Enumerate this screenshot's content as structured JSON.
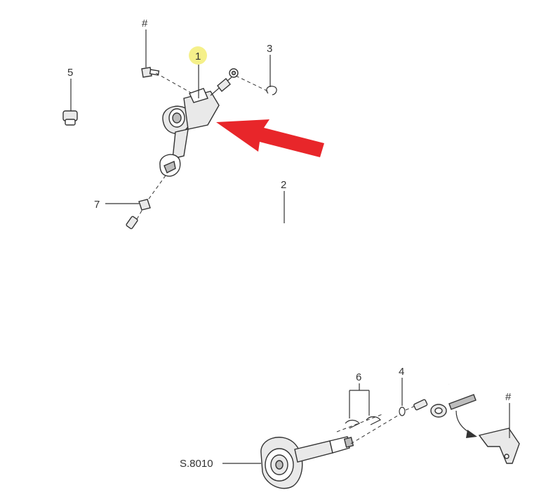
{
  "colors": {
    "line": "#333333",
    "highlight": "#f5f08a",
    "arrow_red": "#e8262a",
    "background": "#ffffff"
  },
  "callouts": {
    "c1": "1",
    "c2": "2",
    "c3": "3",
    "c4": "4",
    "c5": "5",
    "c6": "6",
    "c7": "7",
    "hash_top": "#",
    "hash_bracket": "#",
    "slave": "S.8010"
  }
}
